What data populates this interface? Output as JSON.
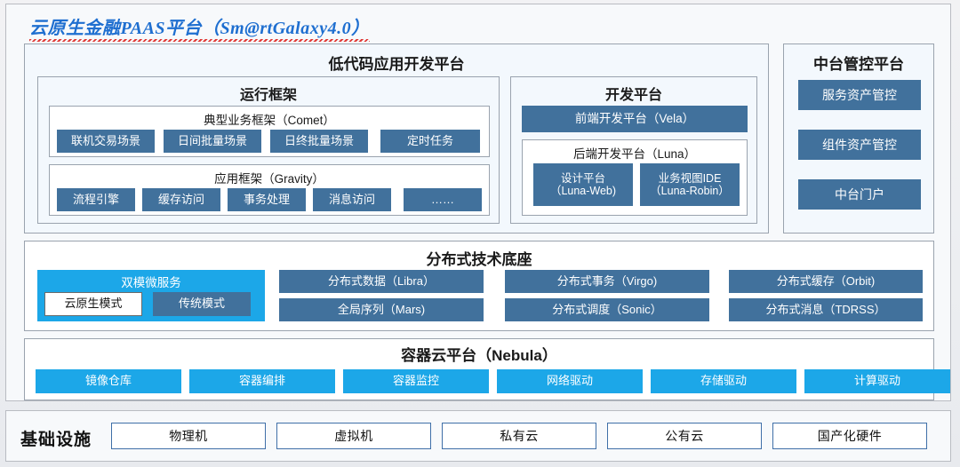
{
  "title": "云原生金融PAAS平台（Sm@rtGalaxy4.0）",
  "colors": {
    "accent_dark_blue": "#41719C",
    "accent_cyan": "#1CA7E8",
    "title_blue": "#1F6FD0",
    "panel_bg": "#F7F9FB",
    "border_gray": "#9AA3AE"
  },
  "lowcode": {
    "header": "低代码应用开发平台",
    "runtime": {
      "header": "运行框架",
      "comet": {
        "header": "典型业务框架（Comet）",
        "items": [
          "联机交易场景",
          "日间批量场景",
          "日终批量场景",
          "定时任务"
        ]
      },
      "gravity": {
        "header": "应用框架（Gravity）",
        "items": [
          "流程引擎",
          "缓存访问",
          "事务处理",
          "消息访问",
          "……"
        ]
      }
    },
    "devplatform": {
      "header": "开发平台",
      "frontend": "前端开发平台（Vela）",
      "backend": {
        "header": "后端开发平台（Luna）",
        "items": [
          {
            "line1": "设计平台",
            "line2": "（Luna-Web)"
          },
          {
            "line1": "业务视图IDE",
            "line2": "（Luna-Robin）"
          }
        ]
      }
    }
  },
  "midplatform": {
    "header": "中台管控平台",
    "items": [
      "服务资产管控",
      "组件资产管控",
      "中台门户"
    ]
  },
  "distbase": {
    "header": "分布式技术底座",
    "dualmode": {
      "title": "双模微服务",
      "items": [
        "云原生模式",
        "传统模式"
      ]
    },
    "columns": [
      [
        "分布式数据（Libra）",
        "全局序列（Mars)"
      ],
      [
        "分布式事务（Virgo)",
        "分布式调度（Sonic）"
      ],
      [
        "分布式缓存（Orbit)",
        "分布式消息（TDRSS）"
      ]
    ]
  },
  "container": {
    "header": "容器云平台（Nebula）",
    "items": [
      "镜像仓库",
      "容器编排",
      "容器监控",
      "网络驱动",
      "存储驱动",
      "计算驱动"
    ]
  },
  "infrastructure": {
    "label": "基础设施",
    "items": [
      "物理机",
      "虚拟机",
      "私有云",
      "公有云",
      "国产化硬件"
    ]
  }
}
